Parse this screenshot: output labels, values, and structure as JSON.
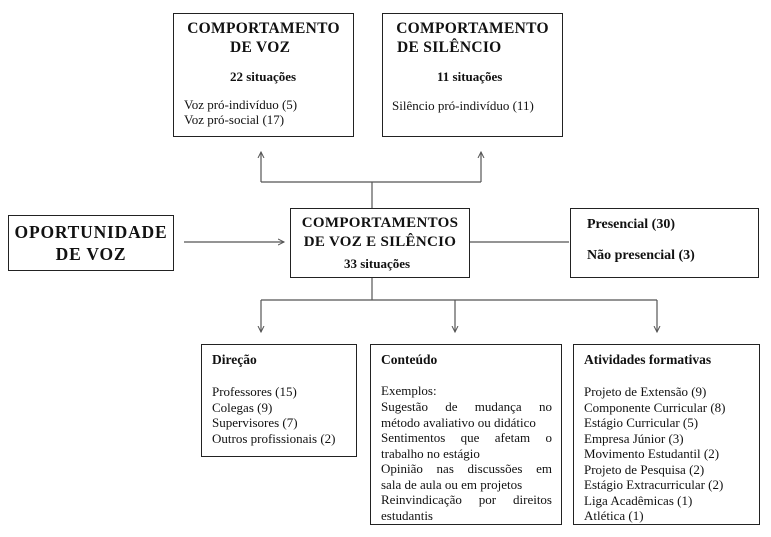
{
  "voice": {
    "title_lines": [
      "COMPORTAMENTO",
      "DE VOZ"
    ],
    "count": "22 situações",
    "items": [
      "Voz pró-indivíduo (5)",
      "Voz pró-social (17)"
    ]
  },
  "silence": {
    "title_lines": [
      "COMPORTAMENTO",
      "DE SILÊNCIO"
    ],
    "count": "11 situações",
    "items": [
      "Silêncio pró-indivíduo (11)"
    ]
  },
  "opportunity": {
    "title_lines": [
      "OPORTUNIDADE",
      "DE VOZ"
    ]
  },
  "center": {
    "title_lines": [
      "COMPORTAMENTOS",
      "DE VOZ E SILÊNCIO"
    ],
    "count": "33 situações"
  },
  "mode": {
    "items": [
      "Presencial (30)",
      "Não presencial (3)"
    ]
  },
  "direction": {
    "title": "Direção",
    "items": [
      "Professores (15)",
      "Colegas (9)",
      "Supervisores (7)",
      "Outros profissionais (2)"
    ]
  },
  "content": {
    "title": "Conteúdo",
    "intro": "Exemplos:",
    "lines": [
      "Sugestão de mudança no",
      "método avaliativo ou didático",
      "Sentimentos que afetam o",
      "trabalho no estágio",
      "Opinião nas discussões em",
      "sala de aula ou em projetos",
      "Reinvindicação por direitos",
      "estudantis"
    ]
  },
  "activities": {
    "title": "Atividades formativas",
    "items": [
      "Projeto de Extensão (9)",
      "Componente Curricular (8)",
      "Estágio Curricular (5)",
      "Empresa Júnior (3)",
      "Movimento Estudantil (2)",
      "Projeto de Pesquisa (2)",
      "Estágio Extracurricular (2)",
      "Liga Acadêmicas (1)",
      "Atlética (1)"
    ]
  }
}
